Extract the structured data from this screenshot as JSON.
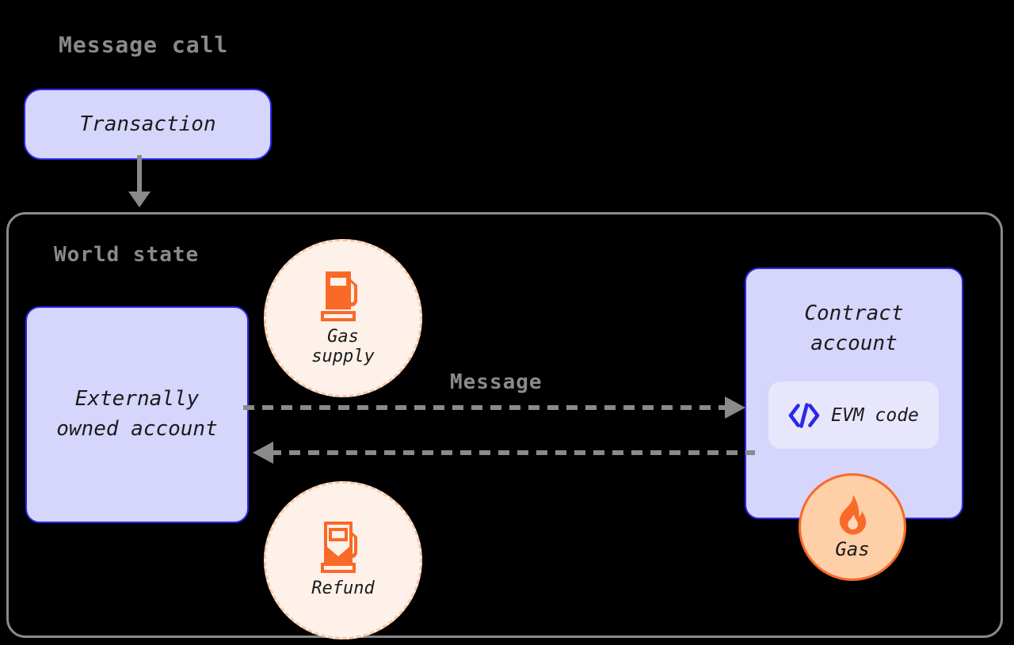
{
  "diagram": {
    "title": "Message call",
    "background_color": "#000000",
    "accent_blue": "#2c28e8",
    "accent_orange": "#f96a28",
    "lavender_fill": "#d6d5fc",
    "gray_stroke": "#8a8a8a"
  },
  "world_state": {
    "title": "World state"
  },
  "nodes": {
    "transaction": {
      "label": "Transaction"
    },
    "eoa": {
      "line1": "Externally",
      "line2": "owned account"
    },
    "contract": {
      "line1": "Contract",
      "line2": "account"
    },
    "evm_code": {
      "label": "EVM code",
      "icon": "code-brackets-icon"
    }
  },
  "badges": {
    "gas_supply": {
      "label": "Gas\nsupply",
      "icon": "fuel-pump-full-icon"
    },
    "refund": {
      "label": "Refund",
      "icon": "fuel-pump-partial-icon"
    },
    "gas": {
      "label": "Gas",
      "icon": "flame-icon"
    }
  },
  "connectors": {
    "transaction_to_world": {
      "label": "",
      "style": "solid-arrow"
    },
    "message_out": {
      "label": "Message",
      "style": "dashed-arrow-right"
    },
    "message_back": {
      "label": "",
      "style": "dashed-arrow-left"
    }
  }
}
